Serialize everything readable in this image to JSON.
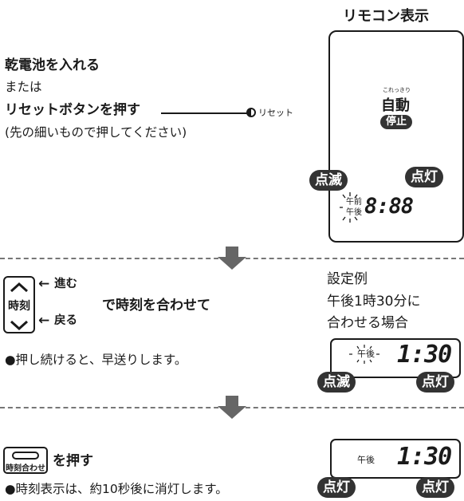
{
  "remote_header": "リモコン表示",
  "step1": {
    "line1": "乾電池を入れる",
    "line2": "または",
    "line3": "リセットボタンを押す",
    "line4": "(先の細いもので押してください)",
    "reset_label": "リセット"
  },
  "display1": {
    "small_label": "これっきり",
    "mode": "自動",
    "stop_badge": "停止",
    "blink_badge": "点滅",
    "lit_badge": "点灯",
    "am": "午前",
    "pm": "午後",
    "time": "8:88"
  },
  "step2": {
    "dial_label": "時刻",
    "forward": "進む",
    "back": "戻る",
    "instruction": "で時刻を合わせて",
    "note": "●押し続けると、早送りします。",
    "example_title": "設定例",
    "example_line2": "午後1時30分に",
    "example_line3": "合わせる場合"
  },
  "display2": {
    "pm": "午後",
    "time": "1:30",
    "left_badge": "点滅",
    "right_badge": "点灯"
  },
  "step3": {
    "button_label": "時刻合わせ",
    "instruction": "を押す",
    "note": "●時刻表示は、約10秒後に消灯します。"
  },
  "display3": {
    "pm": "午後",
    "time": "1:30",
    "left_badge": "点灯",
    "right_badge": "点灯"
  }
}
